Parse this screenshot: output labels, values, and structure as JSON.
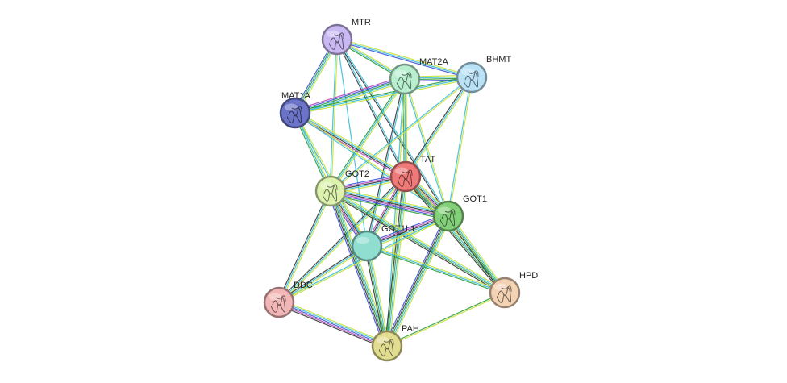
{
  "network": {
    "nodes": [
      {
        "id": "MTR",
        "label": "MTR",
        "color": "#c9b8f2"
      },
      {
        "id": "MAT2A",
        "label": "MAT2A",
        "color": "#b8efcf"
      },
      {
        "id": "BHMT",
        "label": "BHMT",
        "color": "#b9e2f6"
      },
      {
        "id": "MAT1A",
        "label": "MAT1A",
        "color": "#6b74c8"
      },
      {
        "id": "TAT",
        "label": "TAT",
        "color": "#f07a7a"
      },
      {
        "id": "GOT2",
        "label": "GOT2",
        "color": "#dcf2ae"
      },
      {
        "id": "GOT1",
        "label": "GOT1",
        "color": "#84d07a"
      },
      {
        "id": "GOT1L1",
        "label": "GOT1L1",
        "color": "#8fded0"
      },
      {
        "id": "HPD",
        "label": "HPD",
        "color": "#f4d2b4"
      },
      {
        "id": "DDC",
        "label": "DDC",
        "color": "#f2b6b6"
      },
      {
        "id": "PAH",
        "label": "PAH",
        "color": "#e2dc8e"
      }
    ],
    "edges": [
      {
        "a": "MTR",
        "b": "MAT2A",
        "types": [
          "yellow",
          "cyan",
          "green"
        ]
      },
      {
        "a": "MTR",
        "b": "BHMT",
        "types": [
          "yellow",
          "cyan",
          "blue"
        ]
      },
      {
        "a": "MTR",
        "b": "MAT1A",
        "types": [
          "yellow",
          "cyan",
          "green",
          "blue"
        ]
      },
      {
        "a": "MTR",
        "b": "TAT",
        "types": [
          "cyan",
          "black"
        ]
      },
      {
        "a": "MTR",
        "b": "GOT2",
        "types": [
          "yellow",
          "cyan"
        ]
      },
      {
        "a": "MTR",
        "b": "GOT1",
        "types": [
          "cyan",
          "black"
        ]
      },
      {
        "a": "MTR",
        "b": "GOT1L1",
        "types": [
          "cyan"
        ]
      },
      {
        "a": "MAT2A",
        "b": "BHMT",
        "types": [
          "yellow",
          "cyan",
          "green",
          "blue"
        ]
      },
      {
        "a": "MAT2A",
        "b": "MAT1A",
        "types": [
          "yellow",
          "cyan",
          "green",
          "blue",
          "purple"
        ]
      },
      {
        "a": "MAT2A",
        "b": "TAT",
        "types": [
          "yellow",
          "cyan",
          "green"
        ]
      },
      {
        "a": "MAT2A",
        "b": "GOT2",
        "types": [
          "yellow",
          "cyan",
          "green"
        ]
      },
      {
        "a": "MAT2A",
        "b": "GOT1",
        "types": [
          "yellow",
          "cyan"
        ]
      },
      {
        "a": "MAT2A",
        "b": "GOT1L1",
        "types": [
          "cyan",
          "black"
        ]
      },
      {
        "a": "MAT2A",
        "b": "PAH",
        "types": [
          "yellow",
          "cyan"
        ]
      },
      {
        "a": "BHMT",
        "b": "MAT1A",
        "types": [
          "yellow",
          "cyan",
          "green"
        ]
      },
      {
        "a": "BHMT",
        "b": "TAT",
        "types": [
          "yellow",
          "cyan",
          "black"
        ]
      },
      {
        "a": "BHMT",
        "b": "GOT2",
        "types": [
          "yellow",
          "cyan"
        ]
      },
      {
        "a": "BHMT",
        "b": "GOT1",
        "types": [
          "yellow",
          "cyan"
        ]
      },
      {
        "a": "MAT1A",
        "b": "TAT",
        "types": [
          "yellow",
          "cyan",
          "black",
          "purple"
        ]
      },
      {
        "a": "MAT1A",
        "b": "GOT2",
        "types": [
          "yellow",
          "cyan",
          "green"
        ]
      },
      {
        "a": "MAT1A",
        "b": "GOT1",
        "types": [
          "yellow",
          "cyan"
        ]
      },
      {
        "a": "MAT1A",
        "b": "GOT1L1",
        "types": [
          "yellow",
          "cyan"
        ]
      },
      {
        "a": "TAT",
        "b": "GOT2",
        "types": [
          "yellow",
          "cyan",
          "black",
          "purple",
          "blue"
        ]
      },
      {
        "a": "TAT",
        "b": "GOT1",
        "types": [
          "yellow",
          "cyan",
          "black",
          "purple",
          "green",
          "red"
        ]
      },
      {
        "a": "TAT",
        "b": "GOT1L1",
        "types": [
          "yellow",
          "cyan",
          "black",
          "purple"
        ]
      },
      {
        "a": "TAT",
        "b": "HPD",
        "types": [
          "yellow",
          "cyan",
          "green",
          "black"
        ]
      },
      {
        "a": "TAT",
        "b": "PAH",
        "types": [
          "yellow",
          "cyan",
          "green",
          "black"
        ]
      },
      {
        "a": "TAT",
        "b": "DDC",
        "types": [
          "yellow",
          "cyan",
          "black"
        ]
      },
      {
        "a": "GOT2",
        "b": "GOT1",
        "types": [
          "yellow",
          "cyan",
          "black",
          "purple",
          "blue",
          "green"
        ]
      },
      {
        "a": "GOT2",
        "b": "GOT1L1",
        "types": [
          "yellow",
          "cyan",
          "black",
          "purple",
          "blue"
        ]
      },
      {
        "a": "GOT2",
        "b": "HPD",
        "types": [
          "yellow",
          "cyan",
          "green",
          "black"
        ]
      },
      {
        "a": "GOT2",
        "b": "DDC",
        "types": [
          "yellow",
          "cyan",
          "black"
        ]
      },
      {
        "a": "GOT2",
        "b": "PAH",
        "types": [
          "yellow",
          "cyan",
          "green",
          "black",
          "blue"
        ]
      },
      {
        "a": "GOT1",
        "b": "GOT1L1",
        "types": [
          "yellow",
          "cyan",
          "black",
          "purple",
          "blue"
        ]
      },
      {
        "a": "GOT1",
        "b": "HPD",
        "types": [
          "yellow",
          "cyan",
          "green",
          "black"
        ]
      },
      {
        "a": "GOT1",
        "b": "PAH",
        "types": [
          "yellow",
          "cyan",
          "green",
          "black",
          "blue"
        ]
      },
      {
        "a": "GOT1",
        "b": "DDC",
        "types": [
          "yellow",
          "cyan"
        ]
      },
      {
        "a": "GOT1L1",
        "b": "HPD",
        "types": [
          "yellow",
          "cyan",
          "green"
        ]
      },
      {
        "a": "GOT1L1",
        "b": "DDC",
        "types": [
          "yellow",
          "cyan",
          "black"
        ]
      },
      {
        "a": "GOT1L1",
        "b": "PAH",
        "types": [
          "yellow",
          "cyan",
          "green",
          "black"
        ]
      },
      {
        "a": "HPD",
        "b": "PAH",
        "types": [
          "yellow",
          "green"
        ]
      },
      {
        "a": "DDC",
        "b": "PAH",
        "types": [
          "yellow",
          "cyan",
          "blue",
          "purple",
          "black"
        ]
      }
    ]
  },
  "edge_colors": {
    "yellow": "#c8e03a",
    "cyan": "#36bcd8",
    "green": "#2e9b3c",
    "blue": "#3a52d4",
    "purple": "#b048b8",
    "black": "#333333",
    "red": "#d83a3a"
  }
}
